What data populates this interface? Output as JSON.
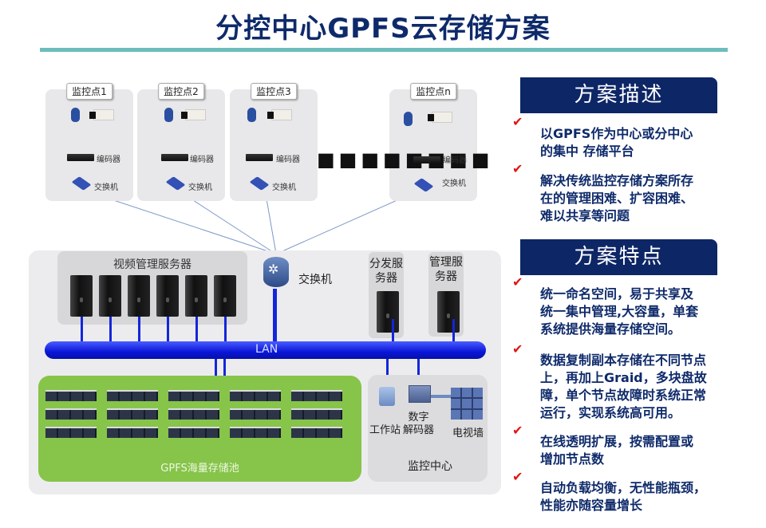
{
  "title": "分控中心GPFS云存储方案",
  "diagram": {
    "sites": [
      {
        "label": "监控点1",
        "encoder_label": "编码器",
        "switch_label": "交换机"
      },
      {
        "label": "监控点2",
        "encoder_label": "编码器",
        "switch_label": "交换机"
      },
      {
        "label": "监控点3",
        "encoder_label": "编码器",
        "switch_label": "交换机"
      },
      {
        "label": "监控点n",
        "encoder_label": "编码器",
        "switch_label": "交换机"
      }
    ],
    "ellipsis": "■■■■■■■■",
    "core_switch_label": "交换机",
    "video_mgmt_servers_label": "视频管理服务器",
    "video_mgmt_server_count": 6,
    "distribution_server_label": "分发服\n务器",
    "distribution_server_lines": [
      "分发服",
      "务器"
    ],
    "management_server_lines": [
      "管理服",
      "务器"
    ],
    "lan_label": "LAN",
    "storage_pool_label": "GPFS海量存储池",
    "storage_pool_rack_count": 15,
    "monitor_center": {
      "label": "监控中心",
      "workstation_label": "工作站",
      "decoder_lines": [
        "数字",
        "解码器"
      ],
      "tv_wall_label": "电视墙"
    }
  },
  "description": {
    "heading": "方案描述",
    "items": [
      [
        "以GPFS作为中心或分中心",
        "的集中 存储平台"
      ],
      [
        "解决传统监控存储方案所存",
        "在的管理困难、扩容困难、",
        "难以共享等问题"
      ]
    ]
  },
  "features": {
    "heading": "方案特点",
    "items": [
      [
        "统一命名空间，易于共享及",
        "统一集中管理,大容量，单套",
        "系统提供海量存储空间。"
      ],
      [
        "数据复制副本存储在不同节点",
        "上，再加上Graid，多块盘故",
        "障，单个节点故障时系统正常",
        "运行，实现系统高可用。"
      ],
      [
        " 在线透明扩展，按需配置或",
        "增加节点数"
      ],
      [
        "自动负载均衡，无性能瓶颈，",
        "性能亦随容量增长"
      ]
    ]
  },
  "check_glyph": "✔",
  "colors": {
    "title": "#0e2a6a",
    "rule": "#6dbdbc",
    "heading_bg": "#0d2666",
    "check": "#e01616",
    "lan": "#0a16d8",
    "pool": "#86c44a"
  }
}
